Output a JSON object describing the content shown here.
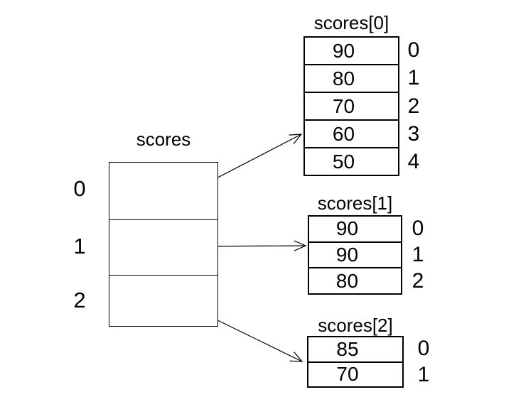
{
  "colors": {
    "background": "#ffffff",
    "line": "#000000",
    "text": "#000000"
  },
  "outer_array": {
    "title": "scores",
    "indices": [
      "0",
      "1",
      "2"
    ]
  },
  "inner_arrays": [
    {
      "title": "scores[0]",
      "values": [
        "90",
        "80",
        "70",
        "60",
        "50"
      ],
      "indices": [
        "0",
        "1",
        "2",
        "3",
        "4"
      ]
    },
    {
      "title": "scores[1]",
      "values": [
        "90",
        "90",
        "80"
      ],
      "indices": [
        "0",
        "1",
        "2"
      ]
    },
    {
      "title": "scores[2]",
      "values": [
        "85",
        "70"
      ],
      "indices": [
        "0",
        "1"
      ]
    }
  ],
  "connections": [
    {
      "from": "scores cell 0",
      "to": "scores[0]"
    },
    {
      "from": "scores cell 1",
      "to": "scores[1]"
    },
    {
      "from": "scores cell 2",
      "to": "scores[2]"
    }
  ]
}
